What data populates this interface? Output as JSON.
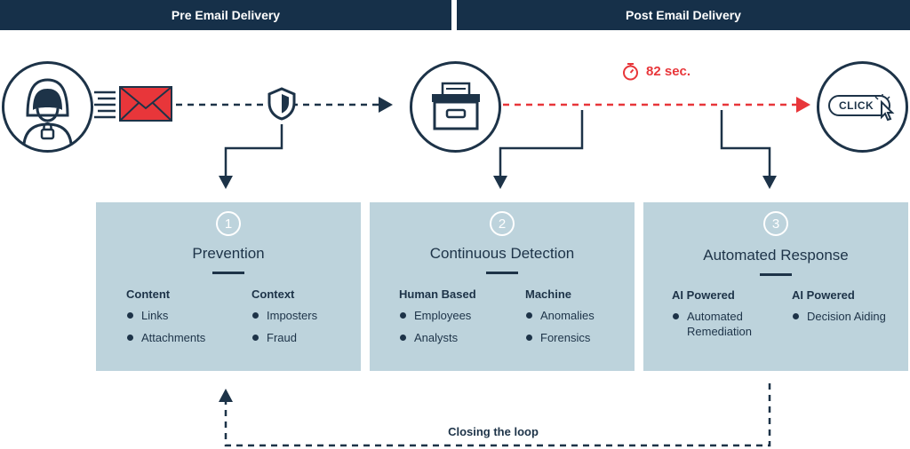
{
  "header": {
    "pre": "Pre Email Delivery",
    "post": "Post Email Delivery"
  },
  "timer": {
    "text": "82 sec.",
    "icon": "stopwatch-icon",
    "color": "#e8363a"
  },
  "click_label": "CLICK",
  "cards": [
    {
      "number": "1",
      "title": "Prevention",
      "columns": [
        {
          "heading": "Content",
          "items": [
            "Links",
            "Attachments"
          ]
        },
        {
          "heading": "Context",
          "items": [
            "Imposters",
            "Fraud"
          ]
        }
      ]
    },
    {
      "number": "2",
      "title": "Continuous Detection",
      "columns": [
        {
          "heading": "Human Based",
          "items": [
            "Employees",
            "Analysts"
          ]
        },
        {
          "heading": "Machine",
          "items": [
            "Anomalies",
            "Forensics"
          ]
        }
      ]
    },
    {
      "number": "3",
      "title": "Automated Response",
      "columns": [
        {
          "heading": "AI Powered",
          "items": [
            "Automated Remediation"
          ]
        },
        {
          "heading": "AI Powered",
          "items": [
            "Decision Aiding"
          ]
        }
      ]
    }
  ],
  "loop_label": "Closing the loop",
  "colors": {
    "navy": "#163049",
    "card": "#bdd3dc",
    "alert": "#e8363a"
  }
}
